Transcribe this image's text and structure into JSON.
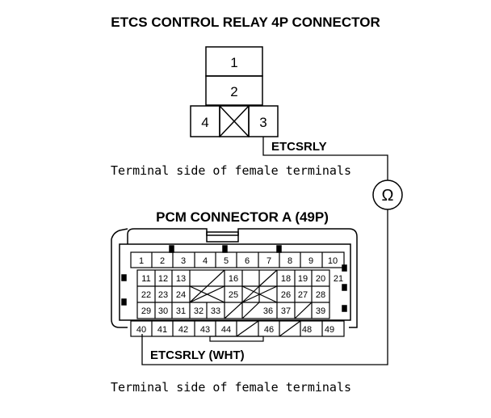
{
  "relay_connector": {
    "title": "ETCS CONTROL RELAY 4P CONNECTOR",
    "pins": {
      "p1": "1",
      "p2": "2",
      "p3": "3",
      "p4": "4"
    },
    "wire_label": "ETCSRLY",
    "note": "Terminal side of female terminals"
  },
  "meter": {
    "symbol": "Ω"
  },
  "pcm_connector": {
    "title": "PCM CONNECTOR A (49P)",
    "wire_label": "ETCSRLY (WHT)",
    "note": "Terminal side of female terminals",
    "row1": [
      "1",
      "2",
      "3",
      "4",
      "5",
      "6",
      "7",
      "8",
      "9",
      "10"
    ],
    "row2": [
      "11",
      "12",
      "13",
      "",
      "",
      "16",
      "",
      "18",
      "19",
      "20",
      "21"
    ],
    "row3": [
      "22",
      "23",
      "24",
      "",
      "",
      "25",
      "",
      "",
      "26",
      "27",
      "28"
    ],
    "row4": [
      "29",
      "30",
      "31",
      "32",
      "33",
      "",
      "",
      "36",
      "37",
      "",
      "39"
    ],
    "row5": [
      "40",
      "41",
      "42",
      "43",
      "44",
      "",
      "46",
      "",
      "48",
      "49"
    ]
  }
}
